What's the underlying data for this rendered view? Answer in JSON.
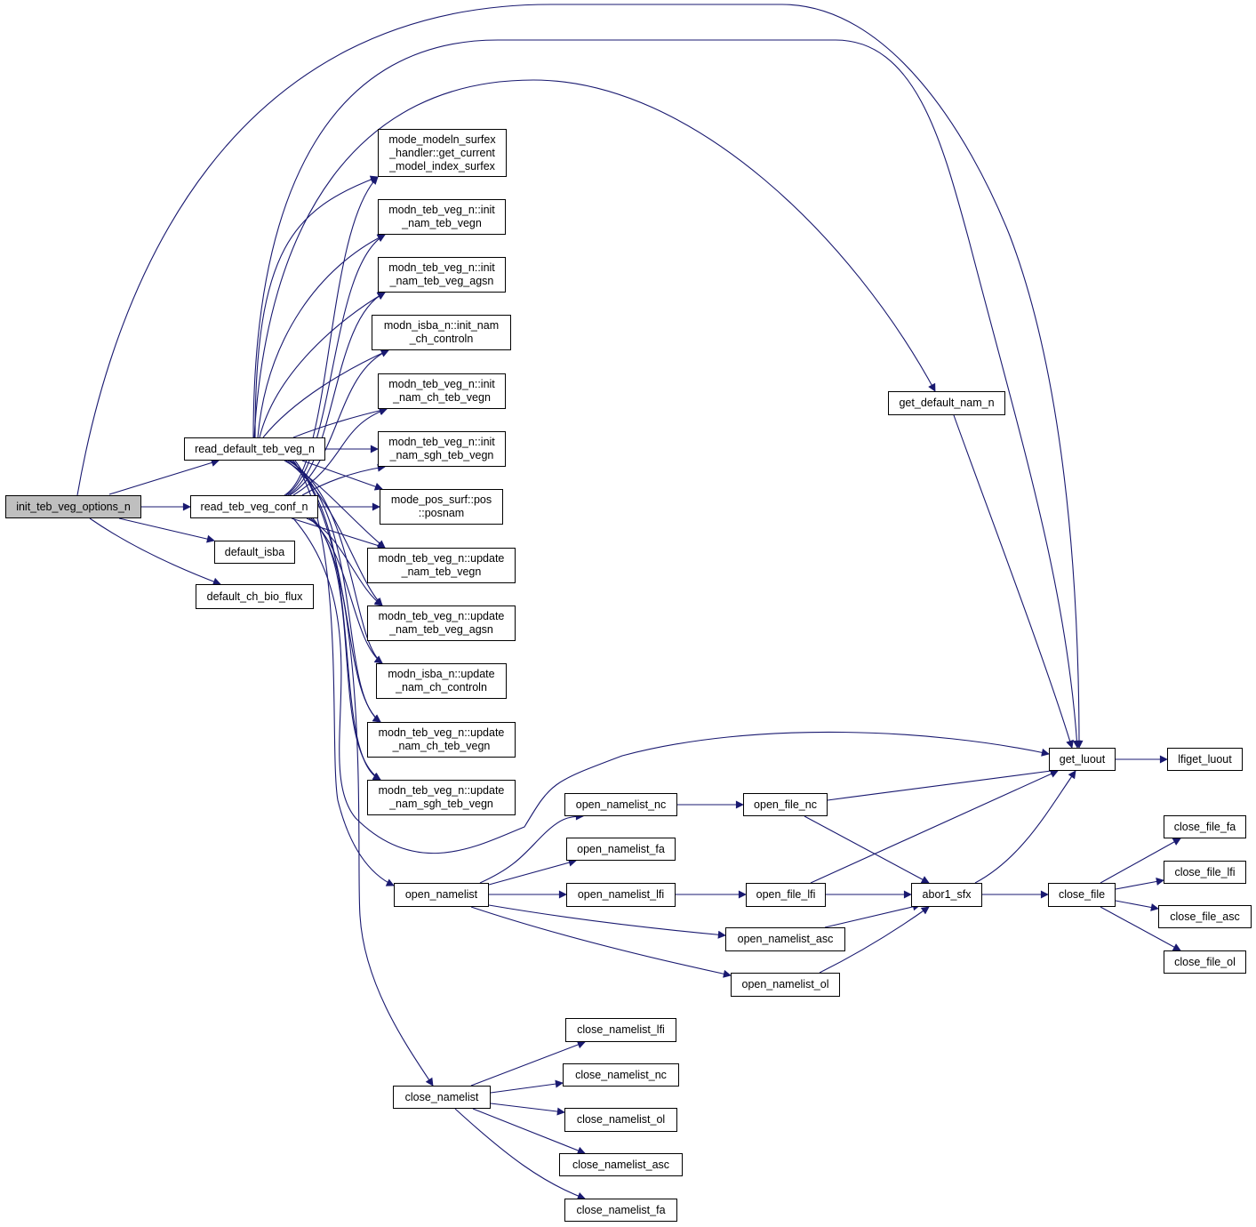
{
  "graph": {
    "edge_color": "#191970",
    "root_fill": "#bfbfbf",
    "nodes": {
      "main": "init_teb_veg_options_n",
      "read_default": "read_default_teb_veg_n",
      "read_conf": "read_teb_veg_conf_n",
      "default_isba": "default_isba",
      "default_ch": "default_ch_bio_flux",
      "get_current": "mode_modeln_surfex\n_handler::get_current\n_model_index_surfex",
      "init_teb_vegn": "modn_teb_veg_n::init\n_nam_teb_vegn",
      "init_teb_veg_agsn": "modn_teb_veg_n::init\n_nam_teb_veg_agsn",
      "init_nam_ch_control": "modn_isba_n::init_nam\n_ch_controln",
      "init_ch_teb_vegn": "modn_teb_veg_n::init\n_nam_ch_teb_vegn",
      "init_sgh_teb_vegn": "modn_teb_veg_n::init\n_nam_sgh_teb_vegn",
      "pos_posnam": "mode_pos_surf::pos\n::posnam",
      "update_teb_vegn": "modn_teb_veg_n::update\n_nam_teb_vegn",
      "update_teb_veg_agsn": "modn_teb_veg_n::update\n_nam_teb_veg_agsn",
      "update_ch_control": "modn_isba_n::update\n_nam_ch_controln",
      "update_ch_teb_vegn": "modn_teb_veg_n::update\n_nam_ch_teb_vegn",
      "update_sgh_teb_vegn": "modn_teb_veg_n::update\n_nam_sgh_teb_vegn",
      "get_default_nam": "get_default_nam_n",
      "get_luout": "get_luout",
      "lfiget_luout": "lfiget_luout",
      "open_namelist_nc": "open_namelist_nc",
      "open_file_nc": "open_file_nc",
      "open_namelist_fa": "open_namelist_fa",
      "open_namelist": "open_namelist",
      "open_namelist_lfi": "open_namelist_lfi",
      "open_file_lfi": "open_file_lfi",
      "abor1_sfx": "abor1_sfx",
      "close_file": "close_file",
      "open_namelist_asc": "open_namelist_asc",
      "open_namelist_ol": "open_namelist_ol",
      "close_file_fa": "close_file_fa",
      "close_file_lfi": "close_file_lfi",
      "close_file_asc": "close_file_asc",
      "close_file_ol": "close_file_ol",
      "close_namelist_lfi": "close_namelist_lfi",
      "close_namelist_nc": "close_namelist_nc",
      "close_namelist": "close_namelist",
      "close_namelist_ol": "close_namelist_ol",
      "close_namelist_asc": "close_namelist_asc",
      "close_namelist_fa": "close_namelist_fa"
    },
    "edges": [
      [
        "main",
        "read_default"
      ],
      [
        "main",
        "read_conf"
      ],
      [
        "main",
        "default_isba"
      ],
      [
        "main",
        "default_ch"
      ],
      [
        "main",
        "get_luout"
      ],
      [
        "read_default",
        "get_current"
      ],
      [
        "read_default",
        "init_teb_vegn"
      ],
      [
        "read_default",
        "init_teb_veg_agsn"
      ],
      [
        "read_default",
        "init_nam_ch_control"
      ],
      [
        "read_default",
        "init_ch_teb_vegn"
      ],
      [
        "read_default",
        "init_sgh_teb_vegn"
      ],
      [
        "read_default",
        "pos_posnam"
      ],
      [
        "read_default",
        "update_teb_vegn"
      ],
      [
        "read_default",
        "update_teb_veg_agsn"
      ],
      [
        "read_default",
        "update_ch_control"
      ],
      [
        "read_default",
        "update_ch_teb_vegn"
      ],
      [
        "read_default",
        "update_sgh_teb_vegn"
      ],
      [
        "read_default",
        "get_default_nam"
      ],
      [
        "read_default",
        "get_luout"
      ],
      [
        "read_default",
        "open_namelist"
      ],
      [
        "read_default",
        "close_namelist"
      ],
      [
        "read_conf",
        "get_current"
      ],
      [
        "read_conf",
        "init_teb_vegn"
      ],
      [
        "read_conf",
        "init_teb_veg_agsn"
      ],
      [
        "read_conf",
        "init_nam_ch_control"
      ],
      [
        "read_conf",
        "init_ch_teb_vegn"
      ],
      [
        "read_conf",
        "init_sgh_teb_vegn"
      ],
      [
        "read_conf",
        "pos_posnam"
      ],
      [
        "read_conf",
        "update_teb_vegn"
      ],
      [
        "read_conf",
        "update_teb_veg_agsn"
      ],
      [
        "read_conf",
        "update_ch_control"
      ],
      [
        "read_conf",
        "update_ch_teb_vegn"
      ],
      [
        "read_conf",
        "update_sgh_teb_vegn"
      ],
      [
        "read_conf",
        "get_luout"
      ],
      [
        "get_default_nam",
        "get_luout"
      ],
      [
        "get_luout",
        "lfiget_luout"
      ],
      [
        "open_namelist",
        "open_namelist_nc"
      ],
      [
        "open_namelist",
        "open_namelist_fa"
      ],
      [
        "open_namelist",
        "open_namelist_lfi"
      ],
      [
        "open_namelist",
        "open_namelist_asc"
      ],
      [
        "open_namelist",
        "open_namelist_ol"
      ],
      [
        "open_namelist_nc",
        "open_file_nc"
      ],
      [
        "open_file_nc",
        "get_luout"
      ],
      [
        "open_file_nc",
        "abor1_sfx"
      ],
      [
        "open_namelist_lfi",
        "open_file_lfi"
      ],
      [
        "open_file_lfi",
        "get_luout"
      ],
      [
        "open_file_lfi",
        "abor1_sfx"
      ],
      [
        "open_namelist_asc",
        "abor1_sfx"
      ],
      [
        "open_namelist_ol",
        "abor1_sfx"
      ],
      [
        "abor1_sfx",
        "get_luout"
      ],
      [
        "abor1_sfx",
        "close_file"
      ],
      [
        "close_file",
        "close_file_fa"
      ],
      [
        "close_file",
        "close_file_lfi"
      ],
      [
        "close_file",
        "close_file_asc"
      ],
      [
        "close_file",
        "close_file_ol"
      ],
      [
        "close_namelist",
        "close_namelist_lfi"
      ],
      [
        "close_namelist",
        "close_namelist_nc"
      ],
      [
        "close_namelist",
        "close_namelist_ol"
      ],
      [
        "close_namelist",
        "close_namelist_asc"
      ],
      [
        "close_namelist",
        "close_namelist_fa"
      ]
    ]
  }
}
